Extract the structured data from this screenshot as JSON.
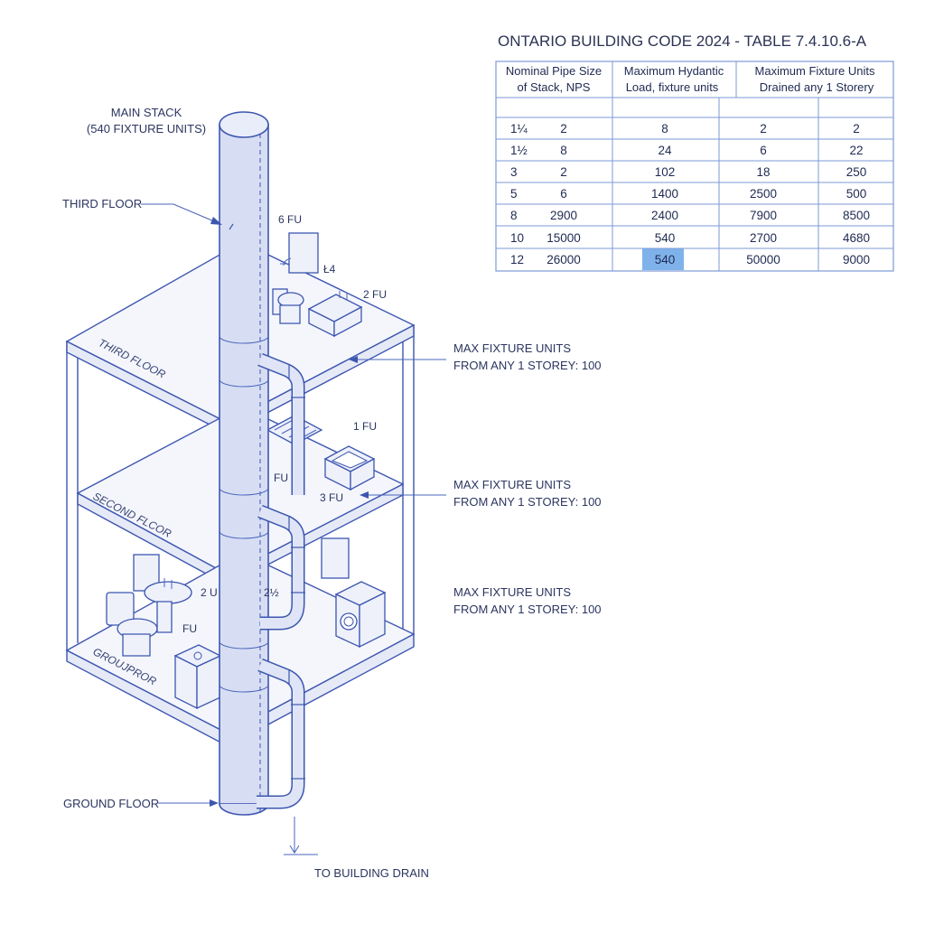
{
  "table": {
    "title": "ONTARIO BUILDING CODE 2024 - TABLE 7.4.10.6-A",
    "headers": [
      [
        "Nominal Pipe Size",
        "of Stack, NPS"
      ],
      [
        "Maximum Hydantic",
        "Load, fixture units"
      ],
      [
        "Maximum Fixture Units",
        "Drained any 1 Storery"
      ]
    ],
    "rows": [
      [
        "1¼",
        "2",
        "8",
        "2",
        "2"
      ],
      [
        "1½",
        "8",
        "24",
        "6",
        "22"
      ],
      [
        "3",
        "2",
        "102",
        "18",
        "250"
      ],
      [
        "5",
        "6",
        "1400",
        "2500",
        "500"
      ],
      [
        "8",
        "2900",
        "2400",
        "7900",
        "8500"
      ],
      [
        "10",
        "15000",
        "540",
        "2700",
        "4680"
      ],
      [
        "12",
        "26000",
        "540",
        "50000",
        "9000"
      ]
    ],
    "highlight": {
      "row": 6,
      "col": 2
    },
    "highlight_color": "#7fb2ea"
  },
  "labels": {
    "main_stack_1": "MAIN STACK",
    "main_stack_2": "(540 FIXTURE UNITS)",
    "third_floor_callout": "THIRD FLOOR",
    "ground_floor_callout": "GROUND FLOOR",
    "to_drain": "TO BUILDING DRAIN",
    "floor_third": "THIRD FLOOR",
    "floor_second": "SECOND FLCOR",
    "floor_ground": "GROUJPROR",
    "fu_6": "6 FU",
    "fu_4": "Ł4",
    "fu_2a": "2 FU",
    "fu_1": "1 FU",
    "fu_plain_a": "FU",
    "fu_3": "3 FU",
    "fu_2u": "2 U",
    "fu_2b": "2½",
    "fu_plain_b": "FU"
  },
  "callouts": [
    {
      "line1": "MAX FIXTURE UNITS",
      "line2": "FROM ANY 1 STOREY: 100"
    },
    {
      "line1": "MAX FIXTURE UNITS",
      "line2": "FROM ANY 1 STOREY: 100"
    },
    {
      "line1": "MAX FIXTURE UNITS",
      "line2": "FROM ANY 1 STOREY: 100"
    }
  ],
  "colors": {
    "line": "#3d56b0",
    "stack_fill": "#d7def3"
  }
}
